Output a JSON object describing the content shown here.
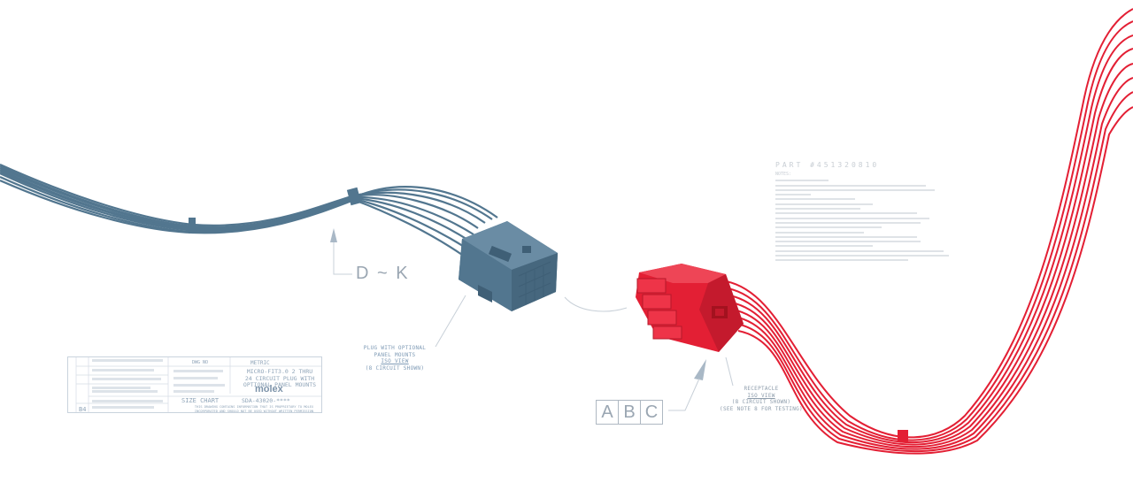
{
  "callouts": {
    "dk": "D ~ K",
    "abc": [
      "A",
      "B",
      "C"
    ]
  },
  "plug_caption": [
    "PLUG WITH OPTIONAL",
    "PANEL MOUNTS",
    "ISO VIEW",
    "(8 CIRCUIT SHOWN)"
  ],
  "receptacle_caption": [
    "RECEPTACLE",
    "ISO VIEW",
    "(8 CIRCUIT SHOWN)",
    "(SEE NOTE 8 FOR TESTING)"
  ],
  "notes": {
    "part": "PART #451320810",
    "label": "NOTES:"
  },
  "title_block": {
    "dwg": "DWG NO",
    "metric": "METRIC",
    "description": [
      "MICRO-FIT3.0 2 THRU",
      "24 CIRCUIT PLUG WITH",
      "OPTIONAL PANEL MOUNTS"
    ],
    "brand": "molex",
    "size_chart": "SIZE CHART",
    "doc_number": "SDA-43020-****",
    "sheet": "B4",
    "disclaimer": [
      "THIS DRAWING CONTAINS INFORMATION THAT IS PROPRIETARY TO MOLEX",
      "INCORPORATED AND SHOULD NOT BE USED WITHOUT WRITTEN PERMISSION"
    ]
  },
  "colors": {
    "plug": "#52768f",
    "plug_dark": "#3f5f76",
    "receptacle": "#e31f34",
    "receptacle_dark": "#b5182a",
    "callout_arrow": "#a9b8c6"
  }
}
